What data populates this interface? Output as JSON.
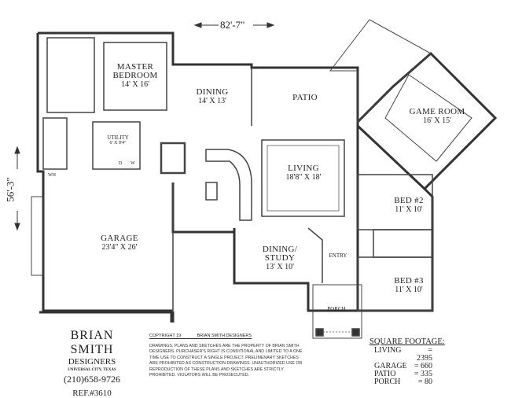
{
  "dimensions": {
    "width": "82'-7\"",
    "depth": "56'-3\""
  },
  "rooms": [
    {
      "id": "master-bedroom",
      "name": "MASTER BEDROOM",
      "size": "14' X 16'"
    },
    {
      "id": "dining",
      "name": "DINING",
      "size": "14' X 13'"
    },
    {
      "id": "patio",
      "name": "PATIO",
      "size": ""
    },
    {
      "id": "game-room",
      "name": "GAME ROOM",
      "size": "16' X 15'"
    },
    {
      "id": "utility",
      "name": "UTILITY",
      "size": "6' X 8'4\""
    },
    {
      "id": "living",
      "name": "LIVING",
      "size": "18'8\" X 18'"
    },
    {
      "id": "bed-2",
      "name": "BED #2",
      "size": "11' X 10'"
    },
    {
      "id": "garage",
      "name": "GARAGE",
      "size": "23'4\" X 26'"
    },
    {
      "id": "dining-study",
      "name": "DINING/ STUDY",
      "size": "13' X 10'"
    },
    {
      "id": "entry",
      "name": "ENTRY",
      "size": ""
    },
    {
      "id": "bed-3",
      "name": "BED #3",
      "size": "11' X 10'"
    },
    {
      "id": "porch",
      "name": "PORCH",
      "size": ""
    }
  ],
  "appliances": {
    "dryer": "D",
    "washer": "W",
    "wh": "WH"
  },
  "designer": {
    "name": "BRIAN SMITH",
    "sub": "DESIGNERS",
    "location": "UNIVERSAL CITY, TEXAS",
    "phone": "(210)658-9726",
    "ref": "REF.#3610"
  },
  "copyright": {
    "left": "COPYRIGHT 19",
    "right": "BRIAN SMITH DESIGNERS"
  },
  "legal": "DRAWINGS, PLANS AND SKETCHES ARE THE PROPERTY OF BRIAN SMITH DESIGNERS. PURCHASER'S RIGHT IS CONDITIONAL AND LIMITED TO A ONE TIME USE TO CONSTRUCT A SINGLE PROJECT. PRELIMENARY SKETCHES ARE PROHIBITED AS CONSTRUCTION DRAWINGS. UNAUTHORIZED USE OR REPRODUCTION OF THESE PLANS AND SKETCHES ARE STRICTLY PROHIBITED. VIOLATORS WILL BE PROSECUTED.",
  "square_footage": {
    "title": "SQUARE FOOTAGE:",
    "rows": [
      {
        "label": "LIVING",
        "value": "= 2395"
      },
      {
        "label": "GARAGE",
        "value": "= 660"
      },
      {
        "label": "PATIO",
        "value": "= 335"
      },
      {
        "label": "PORCH",
        "value": "= 80"
      }
    ]
  }
}
